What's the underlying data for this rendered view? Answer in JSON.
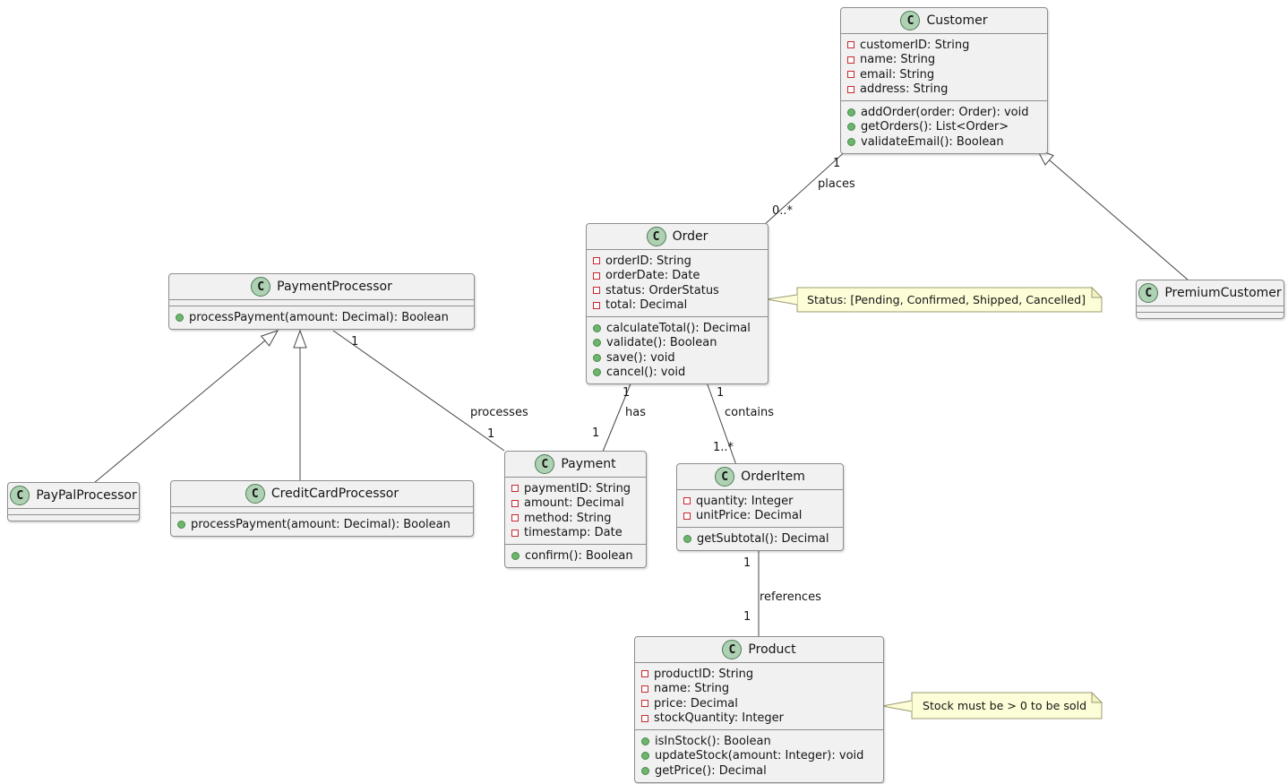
{
  "diagram": {
    "classes": {
      "customer": {
        "icon": "C",
        "name": "Customer",
        "attributes": [
          "customerID: String",
          "name: String",
          "email: String",
          "address: String"
        ],
        "methods": [
          "addOrder(order: Order): void",
          "getOrders(): List<Order>",
          "validateEmail(): Boolean"
        ]
      },
      "order": {
        "icon": "C",
        "name": "Order",
        "attributes": [
          "orderID: String",
          "orderDate: Date",
          "status: OrderStatus",
          "total: Decimal"
        ],
        "methods": [
          "calculateTotal(): Decimal",
          "validate(): Boolean",
          "save(): void",
          "cancel(): void"
        ]
      },
      "payment_processor": {
        "icon": "C",
        "name": "PaymentProcessor",
        "attributes": [],
        "methods": [
          "processPayment(amount: Decimal): Boolean"
        ]
      },
      "paypal_processor": {
        "icon": "C",
        "name": "PayPalProcessor",
        "attributes": [],
        "methods": []
      },
      "credit_card_processor": {
        "icon": "C",
        "name": "CreditCardProcessor",
        "attributes": [],
        "methods": [
          "processPayment(amount: Decimal): Boolean"
        ]
      },
      "payment": {
        "icon": "C",
        "name": "Payment",
        "attributes": [
          "paymentID: String",
          "amount: Decimal",
          "method: String",
          "timestamp: Date"
        ],
        "methods": [
          "confirm(): Boolean"
        ]
      },
      "order_item": {
        "icon": "C",
        "name": "OrderItem",
        "attributes": [
          "quantity: Integer",
          "unitPrice: Decimal"
        ],
        "methods": [
          "getSubtotal(): Decimal"
        ]
      },
      "product": {
        "icon": "C",
        "name": "Product",
        "attributes": [
          "productID: String",
          "name: String",
          "price: Decimal",
          "stockQuantity: Integer"
        ],
        "methods": [
          "isInStock(): Boolean",
          "updateStock(amount: Integer): void",
          "getPrice(): Decimal"
        ]
      },
      "premium_customer": {
        "icon": "C",
        "name": "PremiumCustomer",
        "attributes": [],
        "methods": []
      }
    },
    "notes": {
      "status": "Status: [Pending, Confirmed, Shipped, Cancelled]",
      "stock": "Stock must be > 0 to be sold"
    },
    "edges": {
      "customer_order": {
        "source_mult": "1",
        "label": "places",
        "target_mult": "0..*"
      },
      "order_payment": {
        "source_mult": "1",
        "label": "has",
        "target_mult": "1"
      },
      "order_order_item": {
        "source_mult": "1",
        "label": "contains",
        "target_mult": "1..*"
      },
      "order_item_product": {
        "source_mult": "1",
        "label": "references",
        "target_mult": "1"
      },
      "payment_processor_payment": {
        "source_mult": "1",
        "label": "processes",
        "target_mult": "1"
      }
    },
    "colors": {
      "class_bg": "#F1F1F1",
      "class_border": "#8E8E8E",
      "class_icon_bg": "#ADD1B2",
      "note_bg": "#FDFDD8",
      "note_border": "#9C9C74",
      "private_marker": "#C82930",
      "public_marker": "#6CB56C",
      "edge_line": "#454545"
    }
  }
}
